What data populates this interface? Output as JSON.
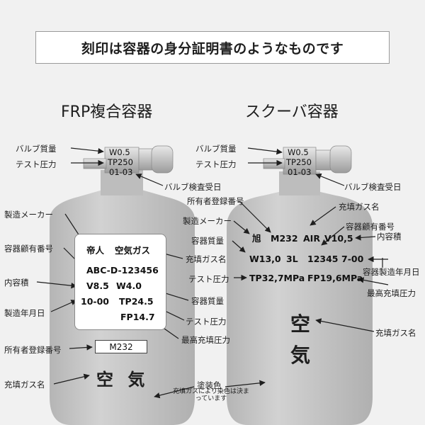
{
  "title": "刻印は容器の身分証明書のようなものです",
  "colors": {
    "cylinder": "#c6c6c6",
    "cylinder_dark": "#a9a9a9",
    "text": "#1e1e1e",
    "plate": "#ffffff"
  },
  "frp": {
    "heading": "FRP複合容器",
    "valve_stamps": [
      "W0.5",
      "TP250",
      "01-03"
    ],
    "plate": {
      "maker_row": [
        "帝人",
        "空気ガス"
      ],
      "serial": "ABC-D-123456",
      "vol_weight": [
        "V8.5",
        "W4.0"
      ],
      "date_tp": [
        "10-00",
        "TP24.5"
      ],
      "fp": "FP14.7"
    },
    "owner_number": "M232",
    "gas_name": "空 気",
    "labels": {
      "valve_weight": "バルブ質量",
      "test_pressure": "テスト圧力",
      "valve_test_date": "バルブ検査受日",
      "maker": "製造メーカー",
      "customer_no": "容器顧有番号",
      "volume": "内容積",
      "mfg_date": "製造年月日",
      "owner_reg": "所有者登録番号",
      "fill_gas": "充填ガス名",
      "fill_gas_right": "充填ガス名",
      "weight": "容器質量",
      "test_pressure_right": "テスト圧力",
      "max_fill": "最高充填圧力"
    }
  },
  "scuba": {
    "heading": "スクーバ容器",
    "valve_stamps": [
      "W0.5",
      "TP250",
      "01-03"
    ],
    "stamps": {
      "maker": "旭",
      "owner": "M232",
      "gas": "AIR",
      "volume": "V10,5",
      "weight": "W13,0",
      "liters": "3L",
      "serial": "12345",
      "date": "7-00",
      "tp": "TP32,7MPa",
      "fp": "FP19,6MPa"
    },
    "gas_name_1": "空",
    "gas_name_2": "気",
    "labels": {
      "valve_weight": "バルブ質量",
      "test_pressure": "テスト圧力",
      "valve_test_date": "バルブ検査受日",
      "owner_reg": "所有者登録番号",
      "maker": "製造メーカー",
      "weight": "容器質量",
      "test_pressure_2": "テスト圧力",
      "fill_gas": "充填ガス名",
      "customer_no": "容器顧有番号",
      "volume": "内容積",
      "mfg_date": "容器製造年月日",
      "max_fill": "最高充填圧力",
      "fill_gas_2": "充填ガス名"
    }
  },
  "paint": {
    "label": "塗装色",
    "note": "充填ガスにより染色は決まっています"
  }
}
